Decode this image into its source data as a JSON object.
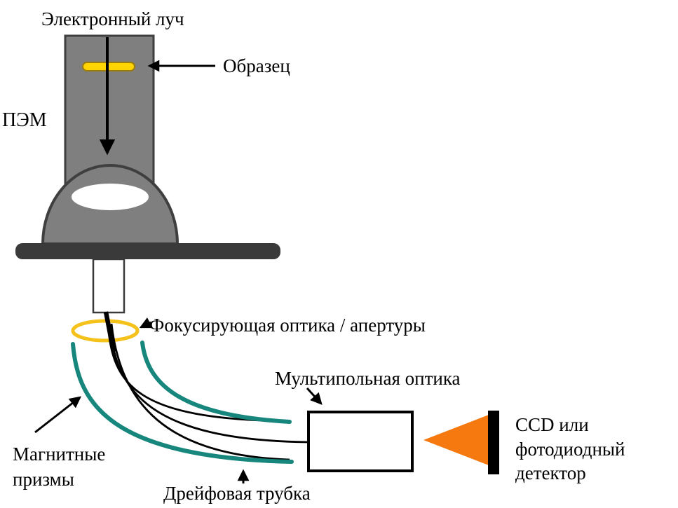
{
  "labels": {
    "electron_beam": "Электронный луч",
    "tem": "ПЭМ",
    "sample": "Образец",
    "focusing": "Фокусирующая оптика / апертуры",
    "multipole": "Мультипольная оптика",
    "magnetic_line1": "Магнитные",
    "magnetic_line2": "призмы",
    "drift": "Дрейфовая трубка",
    "detector_line1": "CCD или",
    "detector_line2": "фотодиодный",
    "detector_line3": "детектор"
  },
  "colors": {
    "column_fill": "#7F7F7F",
    "column_stroke": "#3F3F3F",
    "stage_bar": "#3A3A3A",
    "sample_fill": "#FFD400",
    "sample_stroke": "#9A7D0A",
    "ring_stroke": "#F5C21B",
    "teal": "#17867C",
    "orange": "#F5790F",
    "black": "#000000",
    "white": "#FFFFFF"
  }
}
